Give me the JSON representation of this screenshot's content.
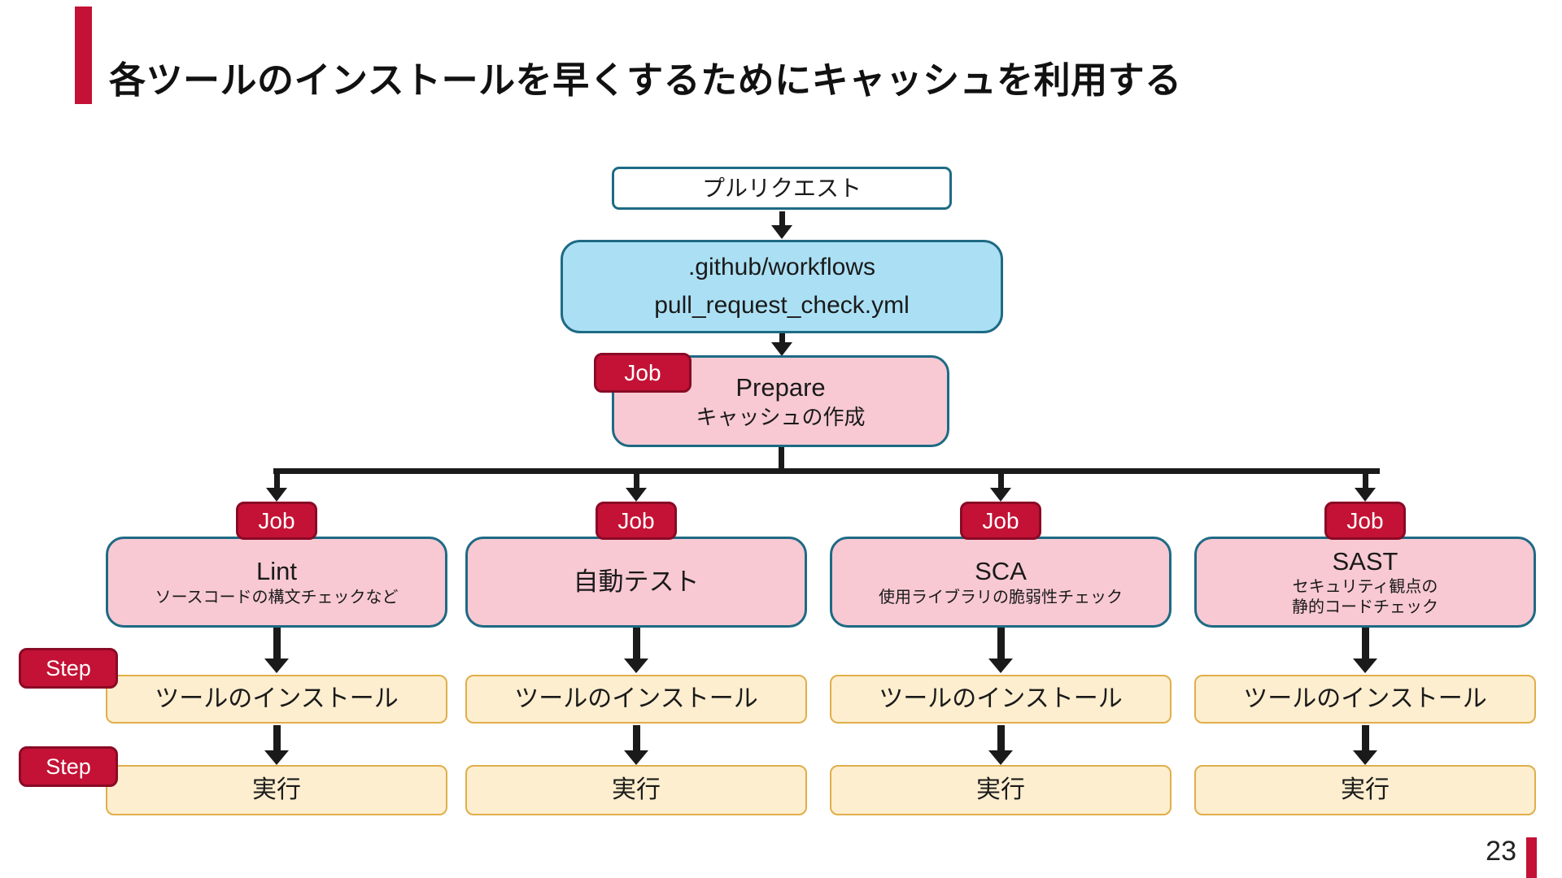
{
  "slide": {
    "title": "各ツールのインストールを早くするためにキャッシュを利用する",
    "page_number": "23"
  },
  "flow": {
    "trigger": {
      "label": "プルリクエスト"
    },
    "workflow": {
      "line1": ".github/workflows",
      "line2": "pull_request_check.yml"
    },
    "prepare": {
      "badge": "Job",
      "title": "Prepare",
      "subtitle": "キャッシュの作成"
    },
    "jobs": [
      {
        "badge": "Job",
        "title": "Lint",
        "subtitle": "ソースコードの構文チェックなど",
        "steps": [
          "ツールのインストール",
          "実行"
        ]
      },
      {
        "badge": "Job",
        "title": "自動テスト",
        "subtitle": "",
        "steps": [
          "ツールのインストール",
          "実行"
        ]
      },
      {
        "badge": "Job",
        "title": "SCA",
        "subtitle": "使用ライブラリの脆弱性チェック",
        "steps": [
          "ツールのインストール",
          "実行"
        ]
      },
      {
        "badge": "Job",
        "title": "SAST",
        "subtitle": "セキュリティ観点の\n静的コードチェック",
        "steps": [
          "ツールのインストール",
          "実行"
        ]
      }
    ],
    "step_labels": [
      "Step",
      "Step"
    ]
  },
  "colors": {
    "accent_red": "#C31235",
    "badge_border_red": "#8A0A26",
    "node_pink": "#F8C9D3",
    "node_blue": "#ABE0F4",
    "node_yellow": "#FDEECF",
    "yellow_border": "#E0AE4A",
    "teal_border": "#1E6A84",
    "arrow_black": "#1a1a1a"
  }
}
